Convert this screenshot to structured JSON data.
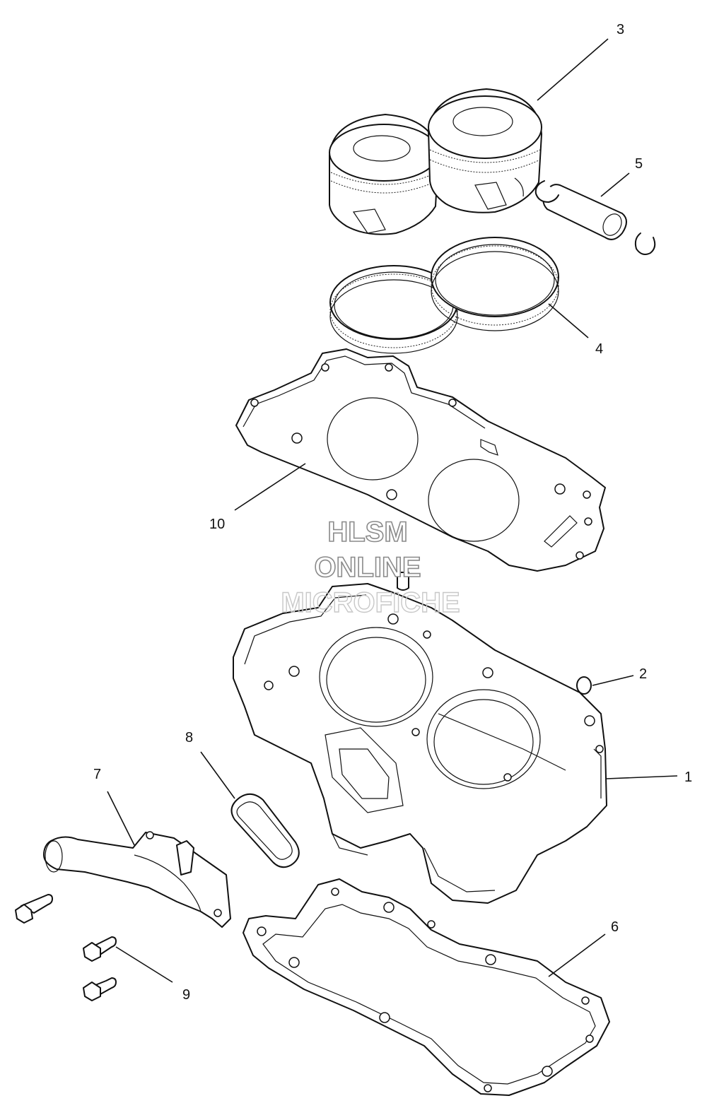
{
  "callouts": [
    "1",
    "2",
    "3",
    "4",
    "5",
    "6",
    "7",
    "8",
    "9",
    "10"
  ],
  "watermark": {
    "line1": "HLSM",
    "line2": "ONLINE",
    "line3": "MICROFICHE"
  },
  "colors": {
    "line": "#111111",
    "background": "#ffffff",
    "watermark_outline": "#8a8a8a"
  }
}
